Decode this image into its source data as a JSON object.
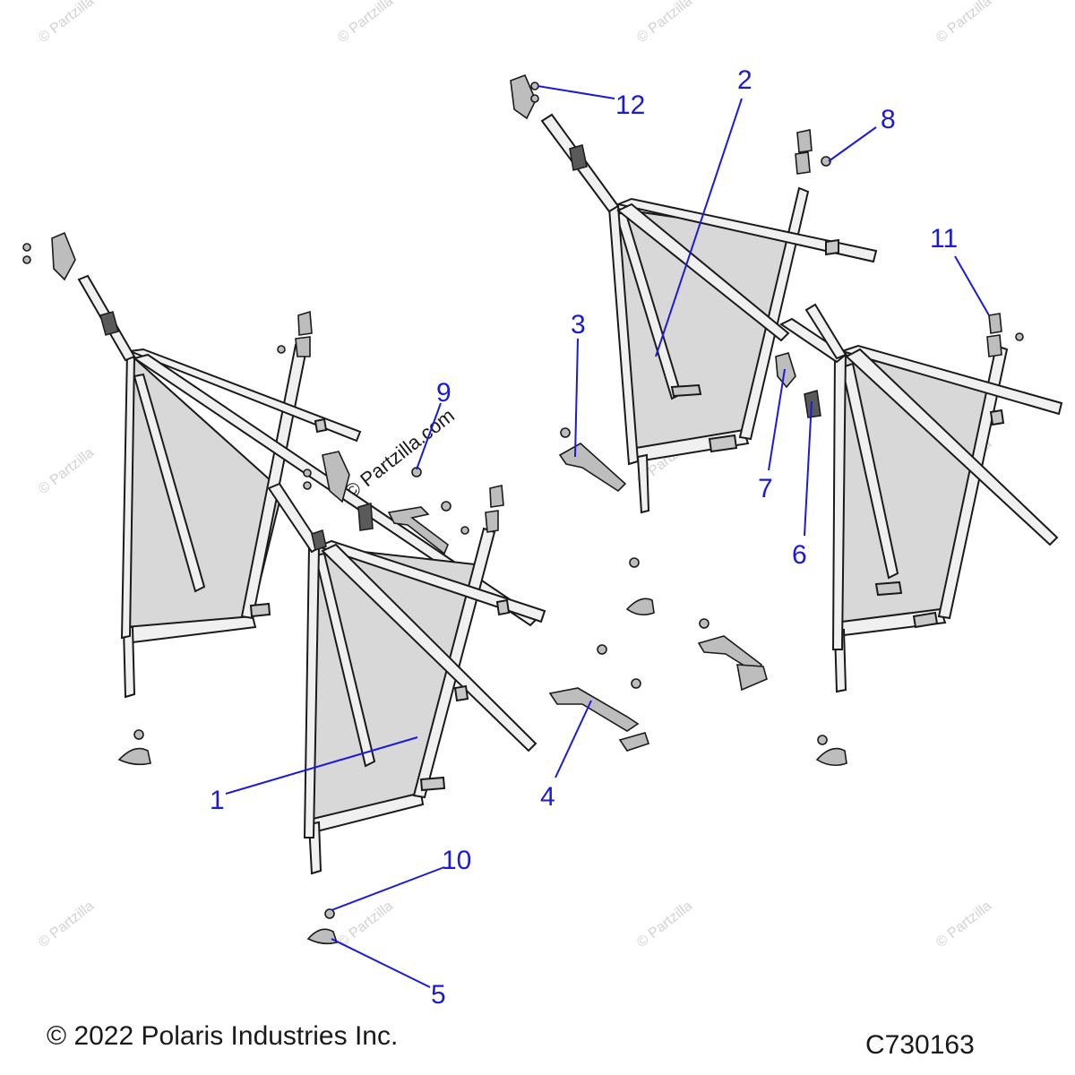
{
  "diagram": {
    "callouts": [
      {
        "id": "c1",
        "label": "1"
      },
      {
        "id": "c2",
        "label": "2"
      },
      {
        "id": "c3",
        "label": "3"
      },
      {
        "id": "c4",
        "label": "4"
      },
      {
        "id": "c5",
        "label": "5"
      },
      {
        "id": "c6",
        "label": "6"
      },
      {
        "id": "c7",
        "label": "7"
      },
      {
        "id": "c8",
        "label": "8"
      },
      {
        "id": "c9",
        "label": "9"
      },
      {
        "id": "c10",
        "label": "10"
      },
      {
        "id": "c11",
        "label": "11"
      },
      {
        "id": "c12",
        "label": "12"
      }
    ],
    "watermark": "© Partzilla",
    "watermark_center": "© Partzilla.com",
    "copyright": "© 2022 Polaris Industries Inc.",
    "drawing_number": "C730163",
    "colors": {
      "callout": "#1a1adc",
      "line": "#1a1a1a",
      "panel": "#d8d8d8",
      "watermark": "#d2d2d2"
    }
  }
}
